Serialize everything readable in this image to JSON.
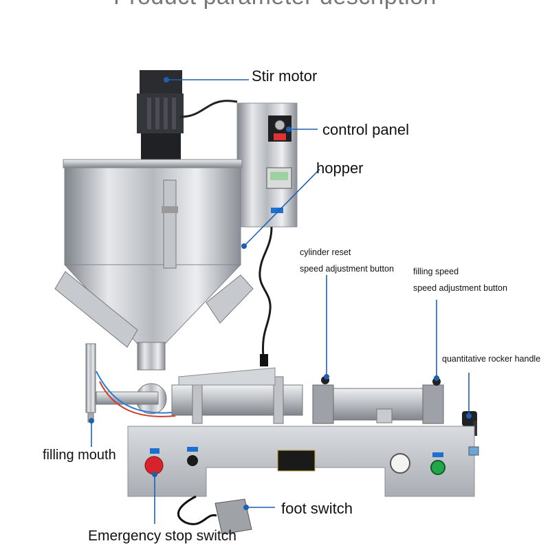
{
  "title": "Product parameter description",
  "colors": {
    "leader": "#1e5fb4",
    "metal": "#c9ccd1",
    "metal_dark": "#8d9198",
    "motor": "#2d2f33",
    "estop": "#d8232a",
    "start_button": "#22a84a"
  },
  "labels": {
    "stir_motor": "Stir motor",
    "control_panel": "control panel",
    "hopper": "hopper",
    "cylinder_reset_1": "cylinder reset",
    "cylinder_reset_2": "speed adjustment button",
    "filling_speed_1": "filling speed",
    "filling_speed_2": "speed adjustment button",
    "rocker_handle": "quantitative rocker handle",
    "filling_mouth": "filling mouth",
    "foot_switch": "foot switch",
    "emergency_stop": "Emergency stop switch"
  }
}
